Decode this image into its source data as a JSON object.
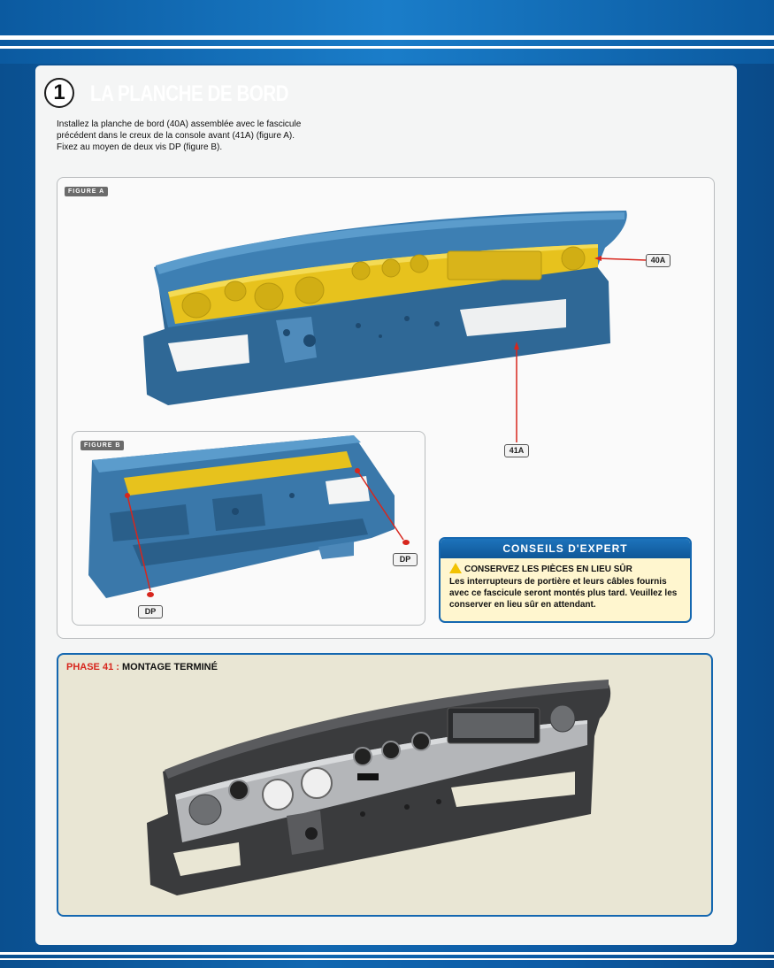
{
  "step": {
    "number": "1",
    "title": "LA PLANCHE DE BORD"
  },
  "intro": {
    "line1": "Installez la planche de bord (40A) assemblée avec le fascicule",
    "line2": "précédent dans le creux de la console avant (41A) (figure A).",
    "line3": "Fixez au moyen de deux vis DP (figure B)."
  },
  "figure_a": {
    "tag": "FIGURE A",
    "callout_top": "40A",
    "callout_bottom": "41A"
  },
  "figure_b": {
    "tag": "FIGURE B",
    "callout_right": "DP",
    "callout_left": "DP"
  },
  "tips": {
    "header": "CONSEILS D'EXPERT",
    "title": "CONSERVEZ LES PIÈCES EN LIEU SÛR",
    "body": "Les interrupteurs de portière et leurs câbles fournis avec ce fascicule seront montés plus tard. Veuillez les conserver en lieu sûr en attendant."
  },
  "phase": {
    "label_red": "PHASE 41 :",
    "label_black": "MONTAGE TERMINÉ"
  },
  "colors": {
    "brand_blue": "#1467b0",
    "panel_blue": "#3a78aa",
    "part_yellow": "#e7c21d",
    "callout_red": "#d7261d",
    "tips_bg": "#fff6cf",
    "phase_bg": "#e9e6d4"
  }
}
